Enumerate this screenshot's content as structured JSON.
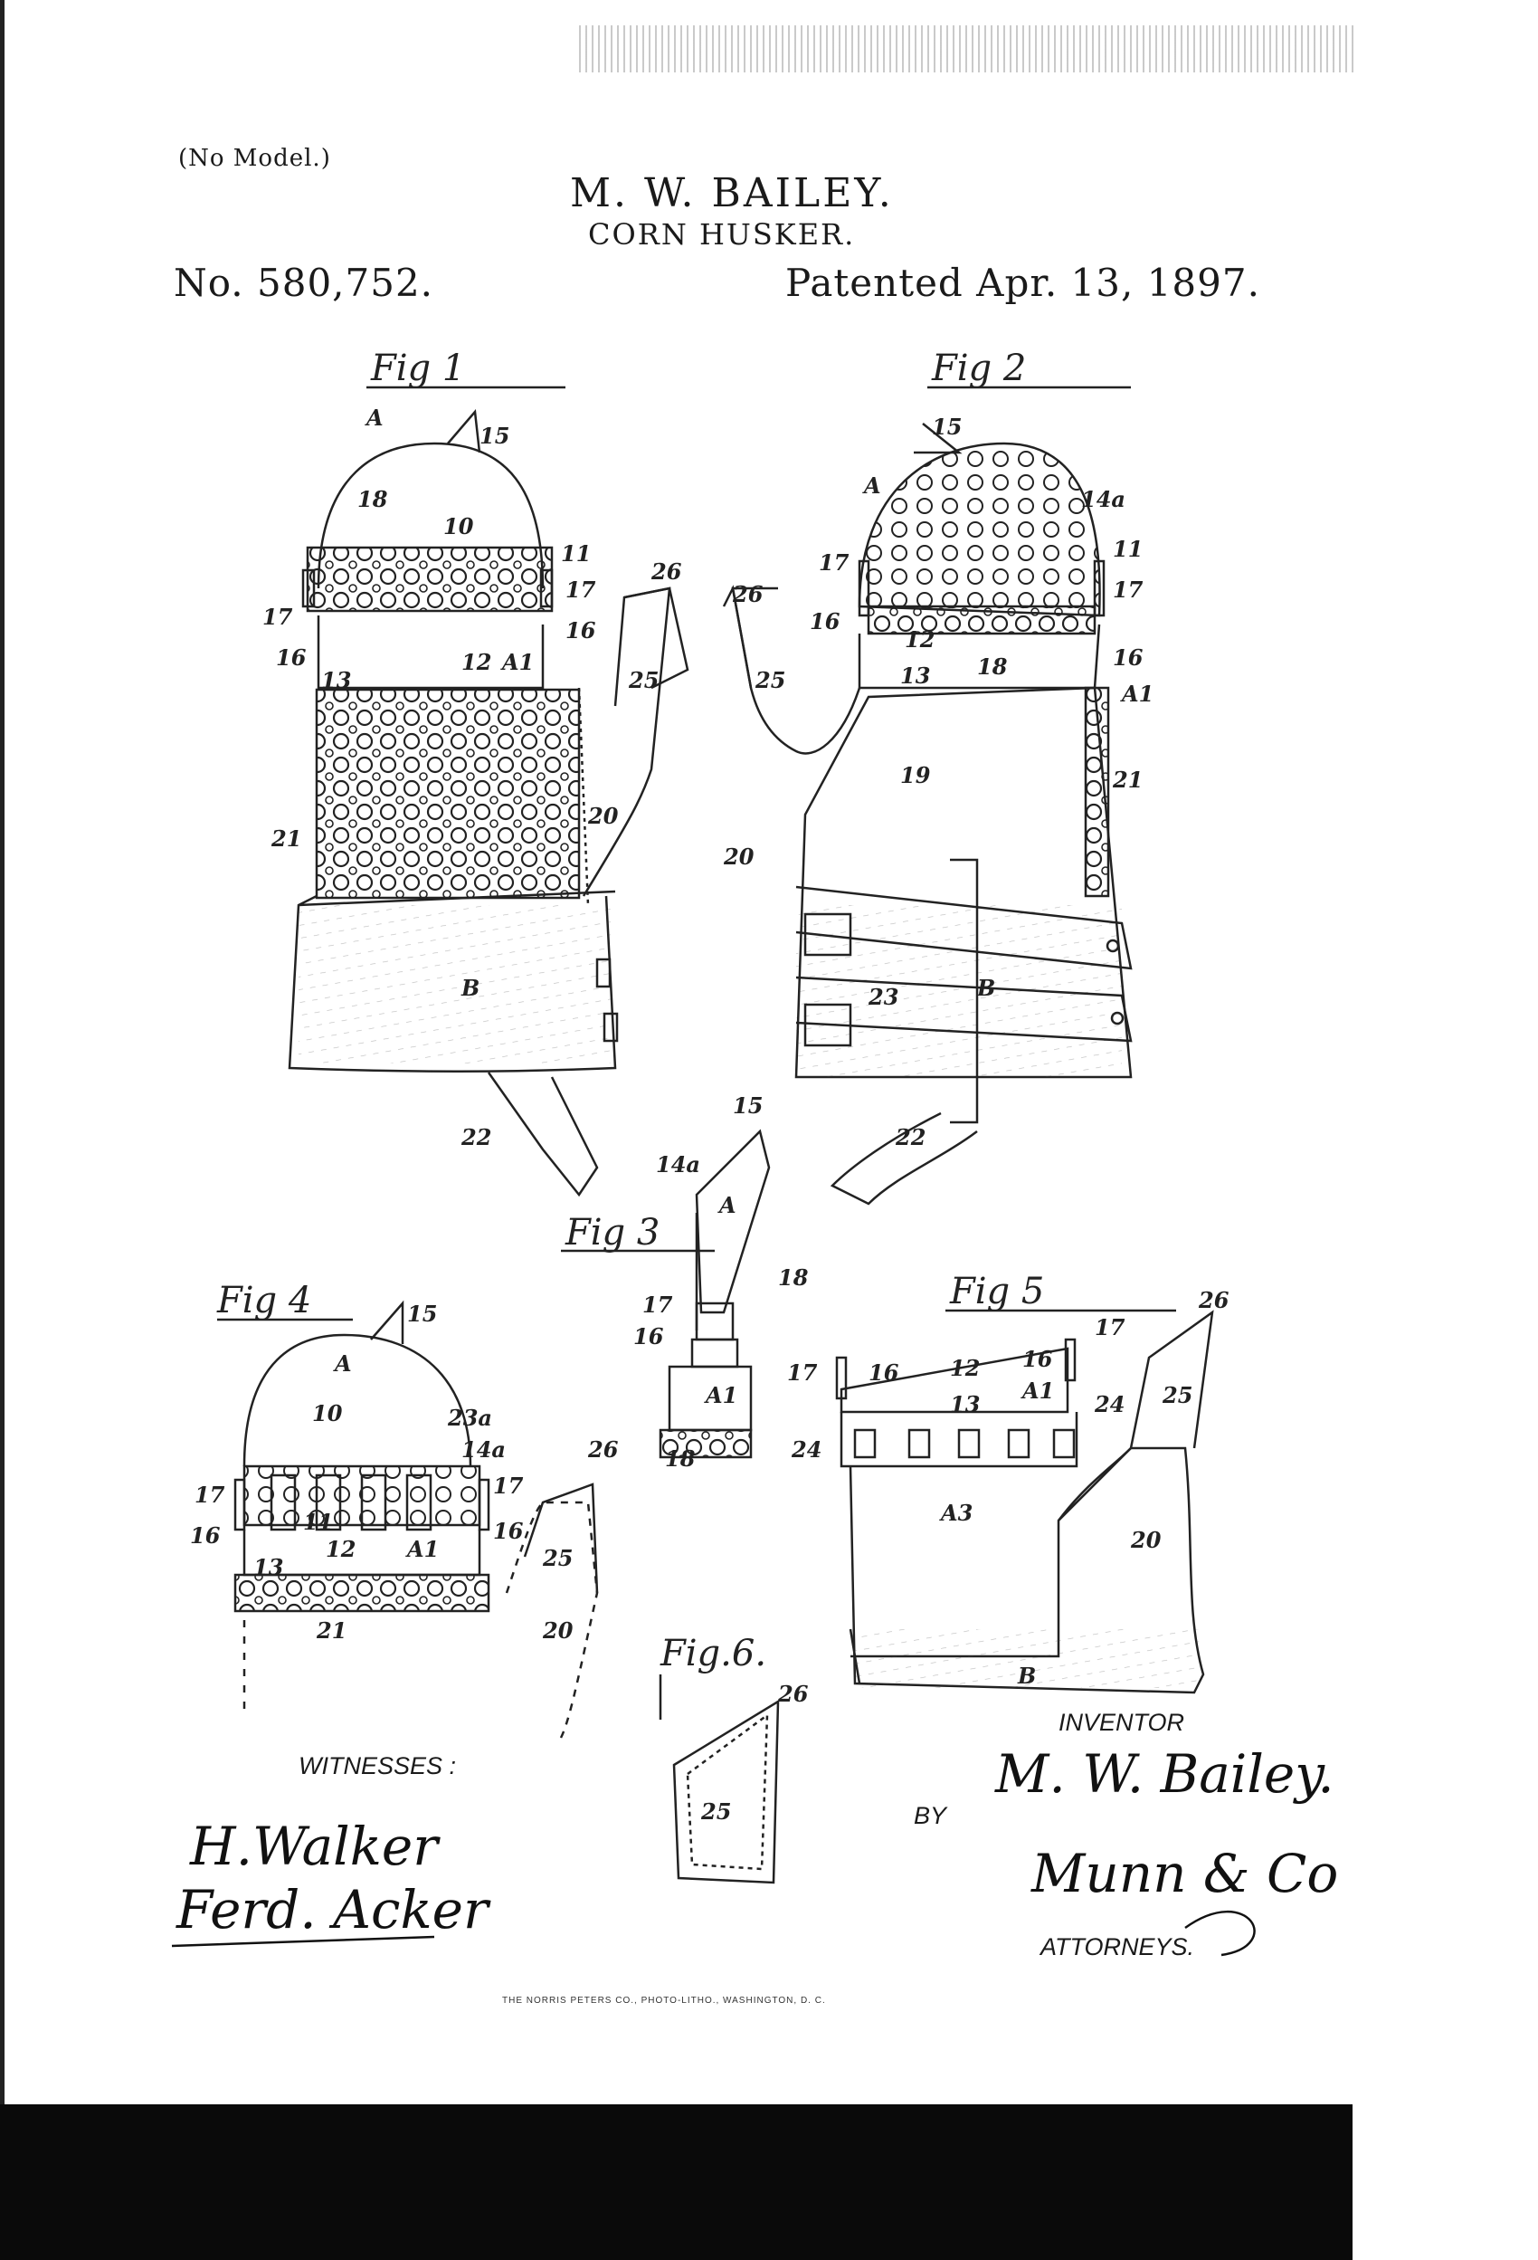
{
  "header": {
    "no_model": "(No Model.)",
    "inventor_name": "M. W. BAILEY.",
    "title": "CORN HUSKER.",
    "patent_number": "No. 580,752.",
    "patent_date": "Patented Apr. 13, 1897."
  },
  "figures": {
    "fig1": "Fig 1",
    "fig2": "Fig 2",
    "fig3": "Fig 3",
    "fig4": "Fig 4",
    "fig5": "Fig 5",
    "fig6": "Fig.6."
  },
  "labels": {
    "witnesses": "WITNESSES :",
    "inventor": "INVENTOR",
    "by": "BY",
    "attorneys": "ATTORNEYS."
  },
  "signatures": {
    "witness_1": "H.Walker",
    "witness_2": "Ferd. Acker",
    "inventor": "M. W. Bailey.",
    "attorney": "Munn & Co"
  },
  "imprint": "THE NORRIS PETERS CO., PHOTO-LITHO., WASHINGTON, D. C."
}
